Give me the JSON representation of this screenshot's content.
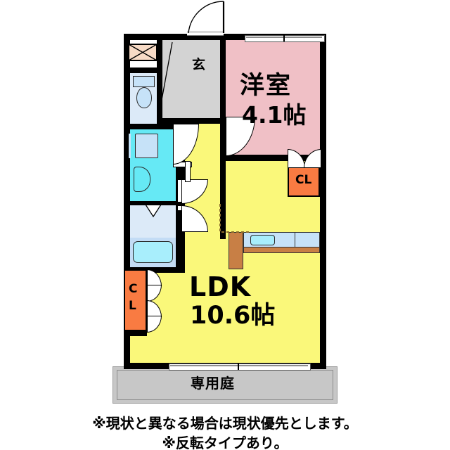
{
  "document": {
    "type": "floor-plan",
    "language": "ja"
  },
  "rooms": {
    "western_room": {
      "name": "洋室",
      "size": "4.1帖",
      "color": "#f0c0c6"
    },
    "ldk": {
      "name": "LDK",
      "size": "10.6帖",
      "color": "#faf87a"
    },
    "entrance": {
      "label": "玄",
      "color": "#d3d3d3"
    },
    "garden": {
      "label": "専用庭",
      "color": "#c7c7c7"
    }
  },
  "closets": {
    "bedroom_closet": {
      "label": "CL",
      "color": "#f97b42"
    },
    "ldk_closet": {
      "label_line1": "C",
      "label_line2": "L",
      "color": "#f97b42"
    }
  },
  "fixtures": {
    "toilet": "toilet-fixture",
    "bath_tub": "bath-tub",
    "vanity": "vanity-sink",
    "washer_space": "washing-machine-space",
    "kitchen_counter": "kitchen-counter",
    "kitchen_sink": "kitchen-sink",
    "shoe_box": "shoe-box",
    "meter_box": "meter-box"
  },
  "notes": {
    "line1": "※現状と異なる場合は現状優先とします。",
    "line2": "※反転タイプあり。"
  }
}
